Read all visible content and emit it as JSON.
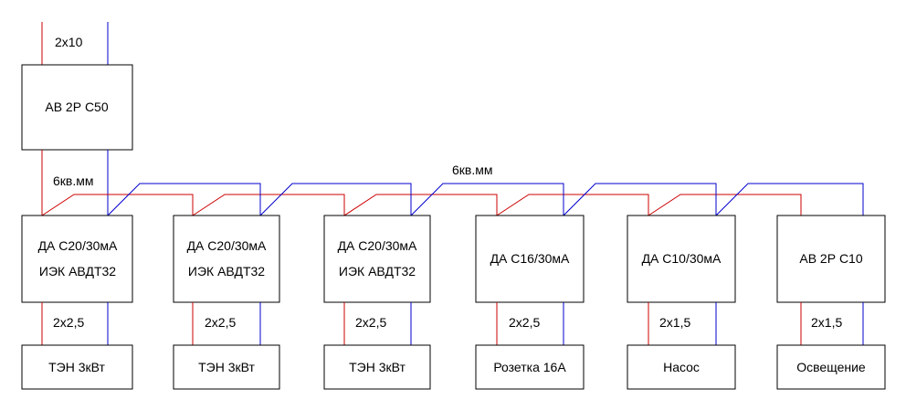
{
  "main": {
    "feed_cable": "2х10",
    "main_breaker": "АВ 2Р С50",
    "bus_label_left": "6кв.мм",
    "bus_label_top": "6кв.мм"
  },
  "branches": [
    {
      "device_line1": "ДА С20/30мА",
      "device_line2": "ИЭК АВДТ32",
      "cable": "2х2,5",
      "load": "ТЭН 3кВт"
    },
    {
      "device_line1": "ДА С20/30мА",
      "device_line2": "ИЭК АВДТ32",
      "cable": "2х2,5",
      "load": "ТЭН 3кВт"
    },
    {
      "device_line1": "ДА С20/30мА",
      "device_line2": "ИЭК АВДТ32",
      "cable": "2х2,5",
      "load": "ТЭН 3кВт"
    },
    {
      "device_line1": "ДА С16/30мА",
      "device_line2": "",
      "cable": "2х2,5",
      "load": "Розетка 16А"
    },
    {
      "device_line1": "ДА С10/30мА",
      "device_line2": "",
      "cable": "2х1,5",
      "load": "Насос"
    },
    {
      "device_line1": "АВ 2Р С10",
      "device_line2": "",
      "cable": "2х1,5",
      "load": "Освещение"
    }
  ],
  "colors": {
    "phase": "#cc0000",
    "neutral": "#0000cc",
    "outline": "#000000"
  }
}
